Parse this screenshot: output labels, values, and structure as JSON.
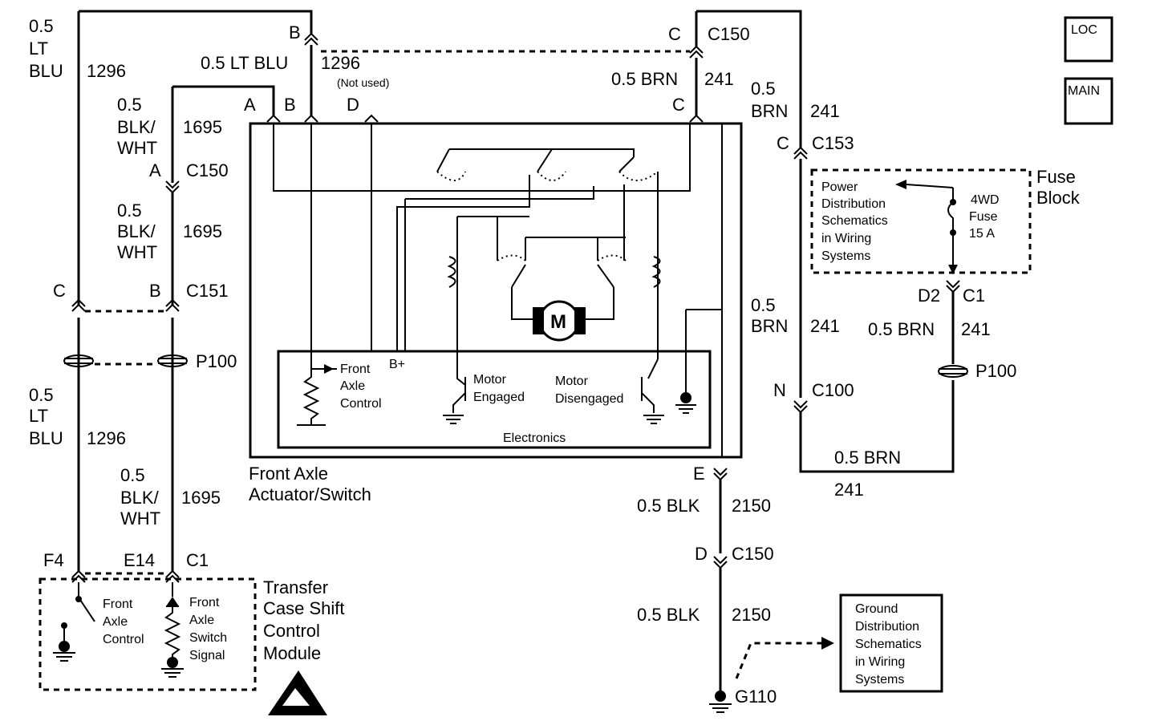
{
  "nav": {
    "loc": "LOC",
    "main": "MAIN"
  },
  "wires": {
    "w1296_top": {
      "size": "0.5",
      "color_line1": "LT",
      "color_line2": "BLU",
      "circuit": "1296"
    },
    "w1296_mid": {
      "size_color": "0.5 LT BLU",
      "circuit": "1296",
      "note": "(Not used)"
    },
    "w1296_bot": {
      "size": "0.5",
      "color_line1": "LT",
      "color_line2": "BLU",
      "circuit": "1296"
    },
    "w1695_a": {
      "size": "0.5",
      "color_line1": "BLK/",
      "color_line2": "WHT",
      "circuit": "1695"
    },
    "w1695_b": {
      "size": "0.5",
      "color_line1": "BLK/",
      "color_line2": "WHT",
      "circuit": "1695"
    },
    "w1695_c": {
      "size": "0.5",
      "color_line1": "BLK/",
      "color_line2": "WHT",
      "circuit": "1695"
    },
    "w241_a": {
      "size_color": "0.5 BRN",
      "circuit": "241"
    },
    "w241_b": {
      "size": "0.5",
      "color": "BRN",
      "circuit": "241"
    },
    "w241_c": {
      "size": "0.5",
      "color": "BRN",
      "circuit": "241"
    },
    "w241_d": {
      "size_color": "0.5 BRN",
      "circuit": "241"
    },
    "w241_e": {
      "size_color": "0.5 BRN",
      "circuit": "241"
    },
    "w2150_a": {
      "size_color": "0.5 BLK",
      "circuit": "2150"
    },
    "w2150_b": {
      "size_color": "0.5 BLK",
      "circuit": "2150"
    }
  },
  "connectors": {
    "b_top": "B",
    "c_top": "C",
    "c150_top": "C150",
    "act_a": "A",
    "act_b": "B",
    "act_d": "D",
    "act_c": "C",
    "a_c150": "A",
    "c150_left": "C150",
    "c_c151": "C",
    "b_c151": "B",
    "c151": "C151",
    "p100_left": "P100",
    "c_c153": "C",
    "c153": "C153",
    "d2": "D2",
    "c1_right": "C1",
    "p100_right": "P100",
    "n": "N",
    "c100": "C100",
    "e": "E",
    "d": "D",
    "c150_bottom": "C150",
    "f4": "F4",
    "e14": "E14",
    "c1_bottom": "C1",
    "g110": "G110"
  },
  "components": {
    "actuator_title": "Front Axle",
    "actuator_title2": "Actuator/Switch",
    "motor": "M",
    "front_axle_control": [
      "Front",
      "Axle",
      "Control"
    ],
    "b_plus": "B+",
    "motor_engaged": [
      "Motor",
      "Engaged"
    ],
    "motor_disengaged": [
      "Motor",
      "Disengaged"
    ],
    "electronics": "Electronics",
    "fuse_block": [
      "Fuse",
      "Block"
    ],
    "power_dist": [
      "Power",
      "Distribution",
      "Schematics",
      "in Wiring",
      "Systems"
    ],
    "fuse": [
      "4WD",
      "Fuse",
      "15 A"
    ],
    "tccm": [
      "Transfer",
      "Case Shift",
      "Control",
      "Module"
    ],
    "tccm_fac": [
      "Front",
      "Axle",
      "Control"
    ],
    "tccm_fas": [
      "Front",
      "Axle",
      "Switch",
      "Signal"
    ],
    "ground_dist": [
      "Ground",
      "Distribution",
      "Schematics",
      "in Wiring",
      "Systems"
    ]
  }
}
